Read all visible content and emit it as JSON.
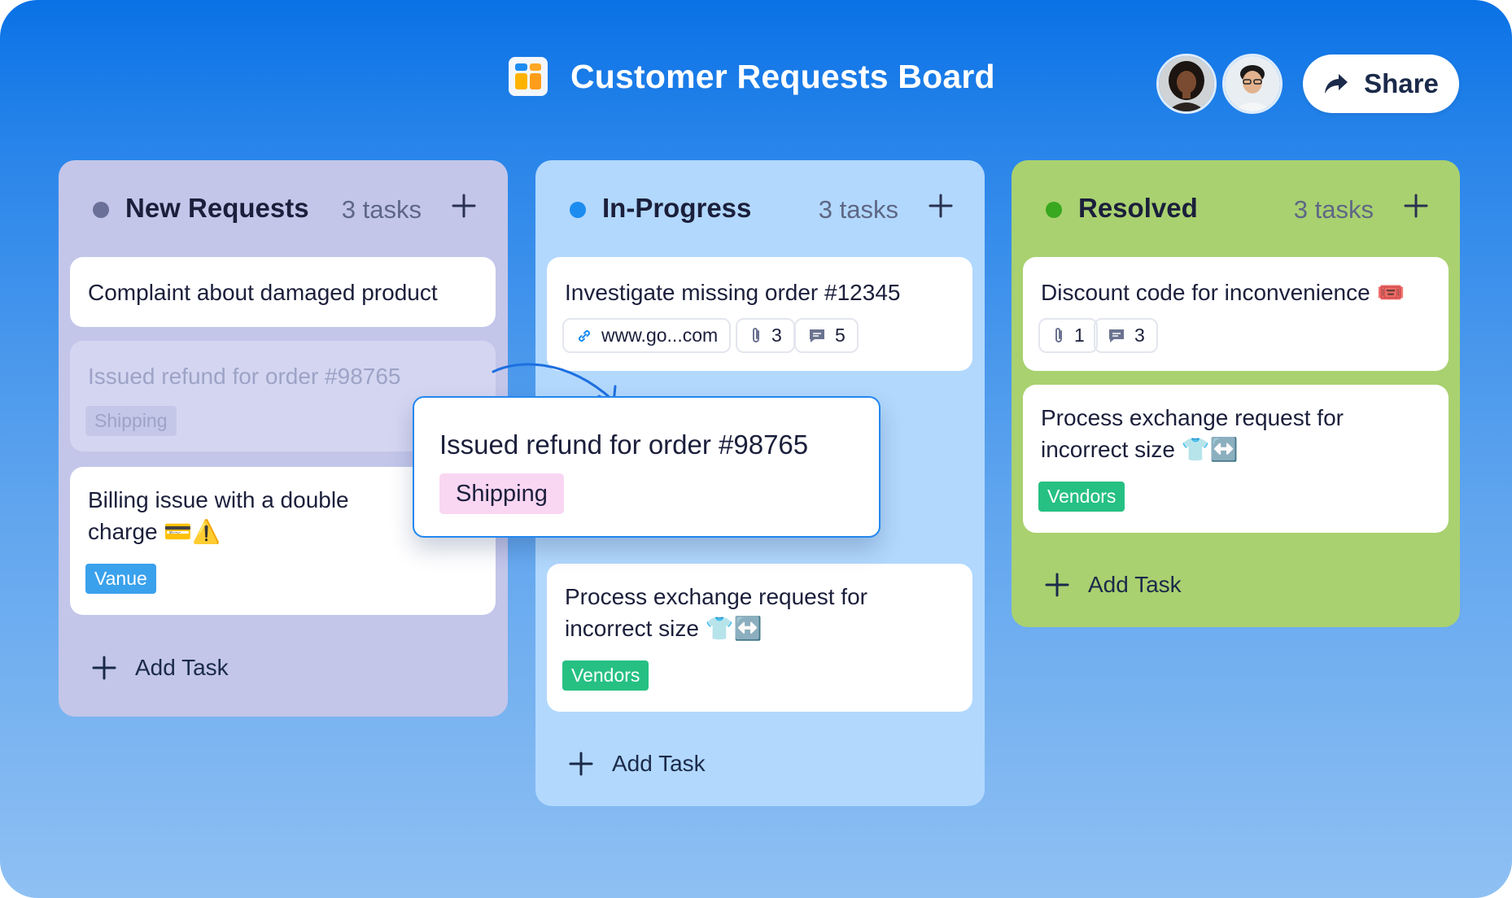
{
  "header": {
    "title": "Customer Requests Board",
    "share_label": "Share"
  },
  "columns": [
    {
      "name": "New Requests",
      "count": "3 tasks",
      "dot_color": "#6a7098",
      "add_task_label": "Add Task",
      "cards": [
        {
          "title": "Complaint about damaged product"
        },
        {
          "title": "Issued refund for order #98765",
          "tag": "Shipping",
          "state": "placeholder"
        },
        {
          "title": "Billing issue with a double charge 💳⚠️",
          "tag": "Vanue"
        }
      ]
    },
    {
      "name": "In-Progress",
      "count": "3 tasks",
      "dot_color": "#1d8cf0",
      "add_task_label": "Add Task",
      "cards": [
        {
          "title": "Investigate missing order #12345",
          "link": "www.go...com",
          "attachments": "3",
          "comments": "5"
        },
        {
          "title": "Process exchange request for incorrect size 👕↔️",
          "tag": "Vendors"
        }
      ]
    },
    {
      "name": "Resolved",
      "count": "3 tasks",
      "dot_color": "#38a820",
      "add_task_label": "Add Task",
      "cards": [
        {
          "title": "Discount code for inconvenience 🎟️",
          "attachments": "1",
          "comments": "3"
        },
        {
          "title": "Process exchange request for incorrect size 👕↔️",
          "tag": "Vendors"
        }
      ]
    }
  ],
  "dragging_card": {
    "title": "Issued refund for order #98765",
    "tag": "Shipping"
  },
  "colors": {
    "accent": "#1d8cf0",
    "tag_blue": "#3aa1ec",
    "tag_green": "#26c083",
    "tag_pink": "#f9d6f2"
  }
}
